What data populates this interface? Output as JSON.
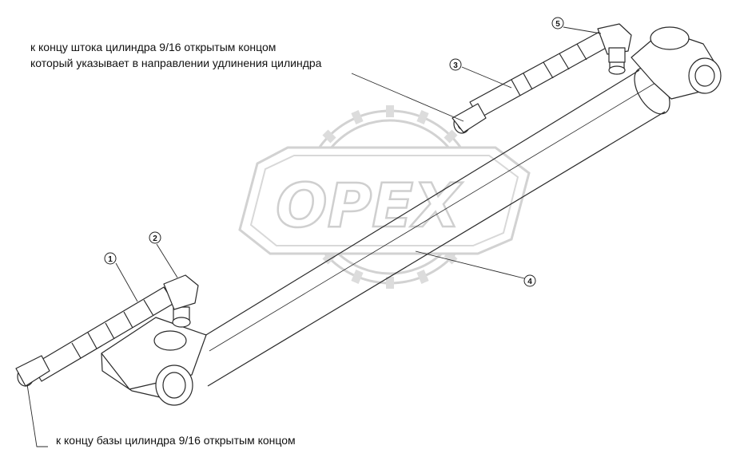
{
  "notes": {
    "rod_end": "к концу штока цилиндра 9/16 открытым концом",
    "rod_end_2": "который указывает в направлении удлинения цилиндра",
    "base_end": "к  концу базы цилиндра 9/16 открытым концом"
  },
  "callouts": [
    {
      "id": "1",
      "label": "1"
    },
    {
      "id": "2",
      "label": "2"
    },
    {
      "id": "3",
      "label": "3"
    },
    {
      "id": "4",
      "label": "4"
    },
    {
      "id": "5",
      "label": "5"
    }
  ],
  "watermark": {
    "text": "OPEX"
  },
  "colors": {
    "line": "#2a2a2a",
    "watermark": "#d0d0d0"
  }
}
